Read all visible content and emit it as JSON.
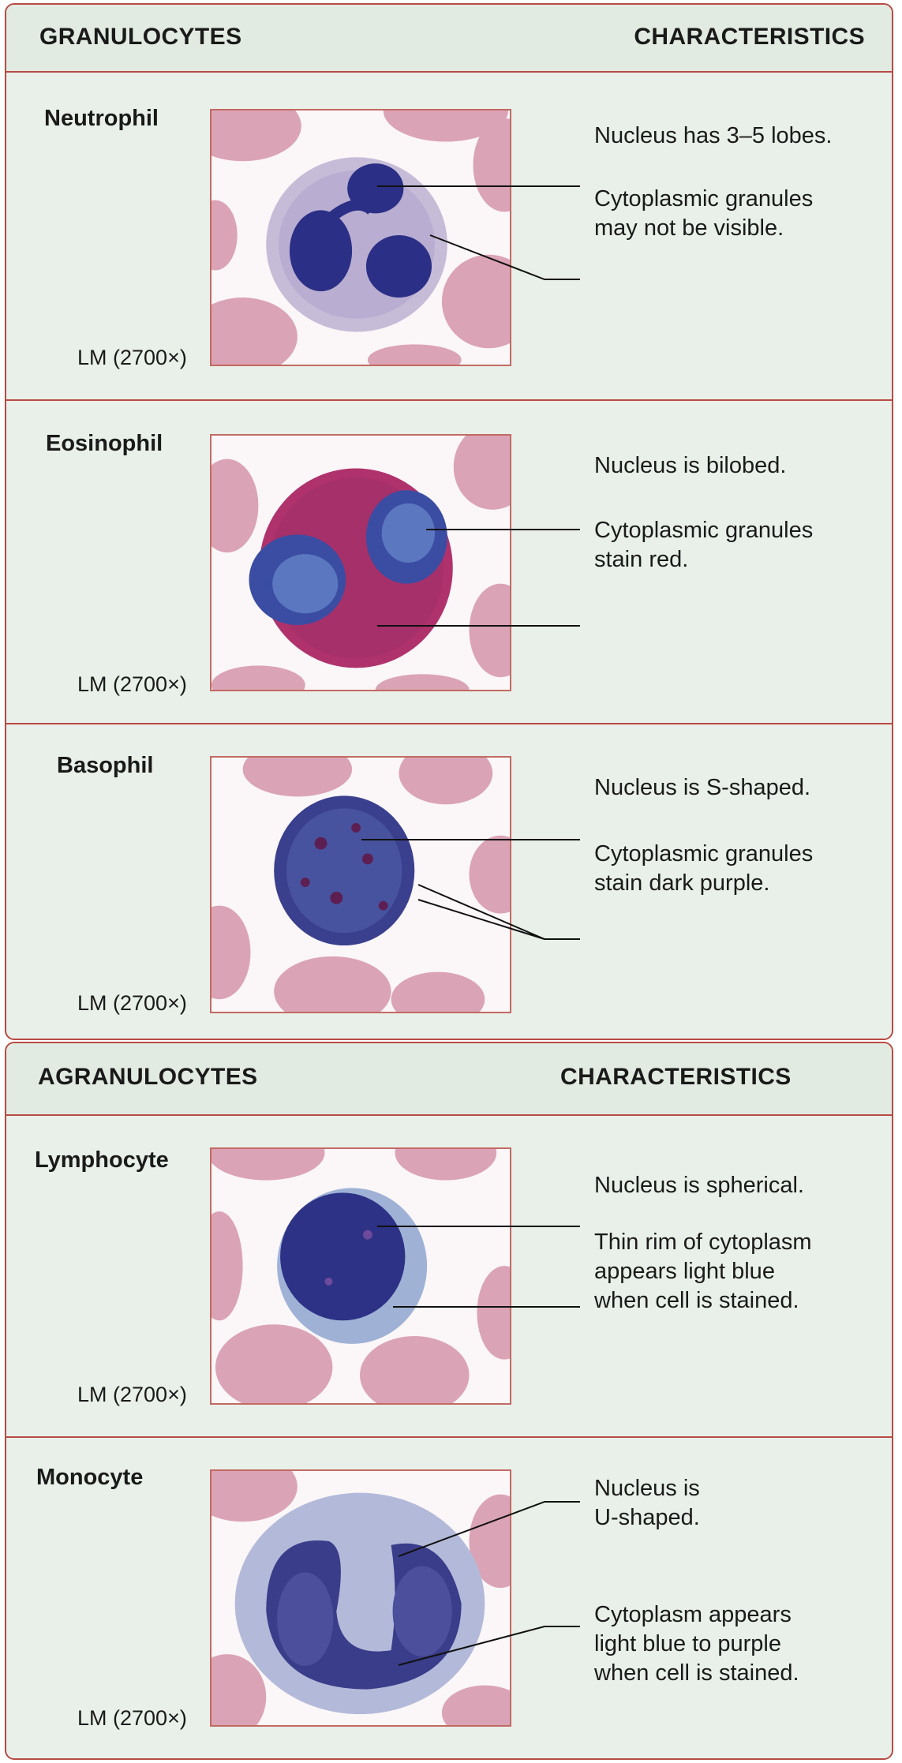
{
  "granulocytes": {
    "header_left": "GRANULOCYTES",
    "header_right": "CHARACTERISTICS",
    "cells": [
      {
        "name": "Neutrophil",
        "magnification": "LM (2700×)",
        "captions": [
          "Nucleus has 3–5 lobes.",
          "Cytoplasmic granules\nmay not be visible."
        ]
      },
      {
        "name": "Eosinophil",
        "magnification": "LM (2700×)",
        "captions": [
          "Nucleus is bilobed.",
          "Cytoplasmic granules\nstain red."
        ]
      },
      {
        "name": "Basophil",
        "magnification": "LM (2700×)",
        "captions": [
          "Nucleus is S-shaped.",
          "Cytoplasmic granules\nstain dark purple."
        ]
      }
    ]
  },
  "agranulocytes": {
    "header_left": "AGRANULOCYTES",
    "header_right": "CHARACTERISTICS",
    "cells": [
      {
        "name": "Lymphocyte",
        "magnification": "LM (2700×)",
        "captions": [
          "Nucleus is spherical.",
          "Thin rim of cytoplasm\nappears light blue\nwhen cell is stained."
        ]
      },
      {
        "name": "Monocyte",
        "magnification": "LM (2700×)",
        "captions": [
          "Nucleus is\nU-shaped.",
          "Cytoplasm appears\nlight blue to purple\nwhen cell is stained."
        ]
      }
    ]
  },
  "colors": {
    "panel_border": "#b94a45",
    "panel_fill": "#e9f0e9",
    "rbc": "#d9a3b3",
    "nucleus": "#2f3a8c"
  }
}
